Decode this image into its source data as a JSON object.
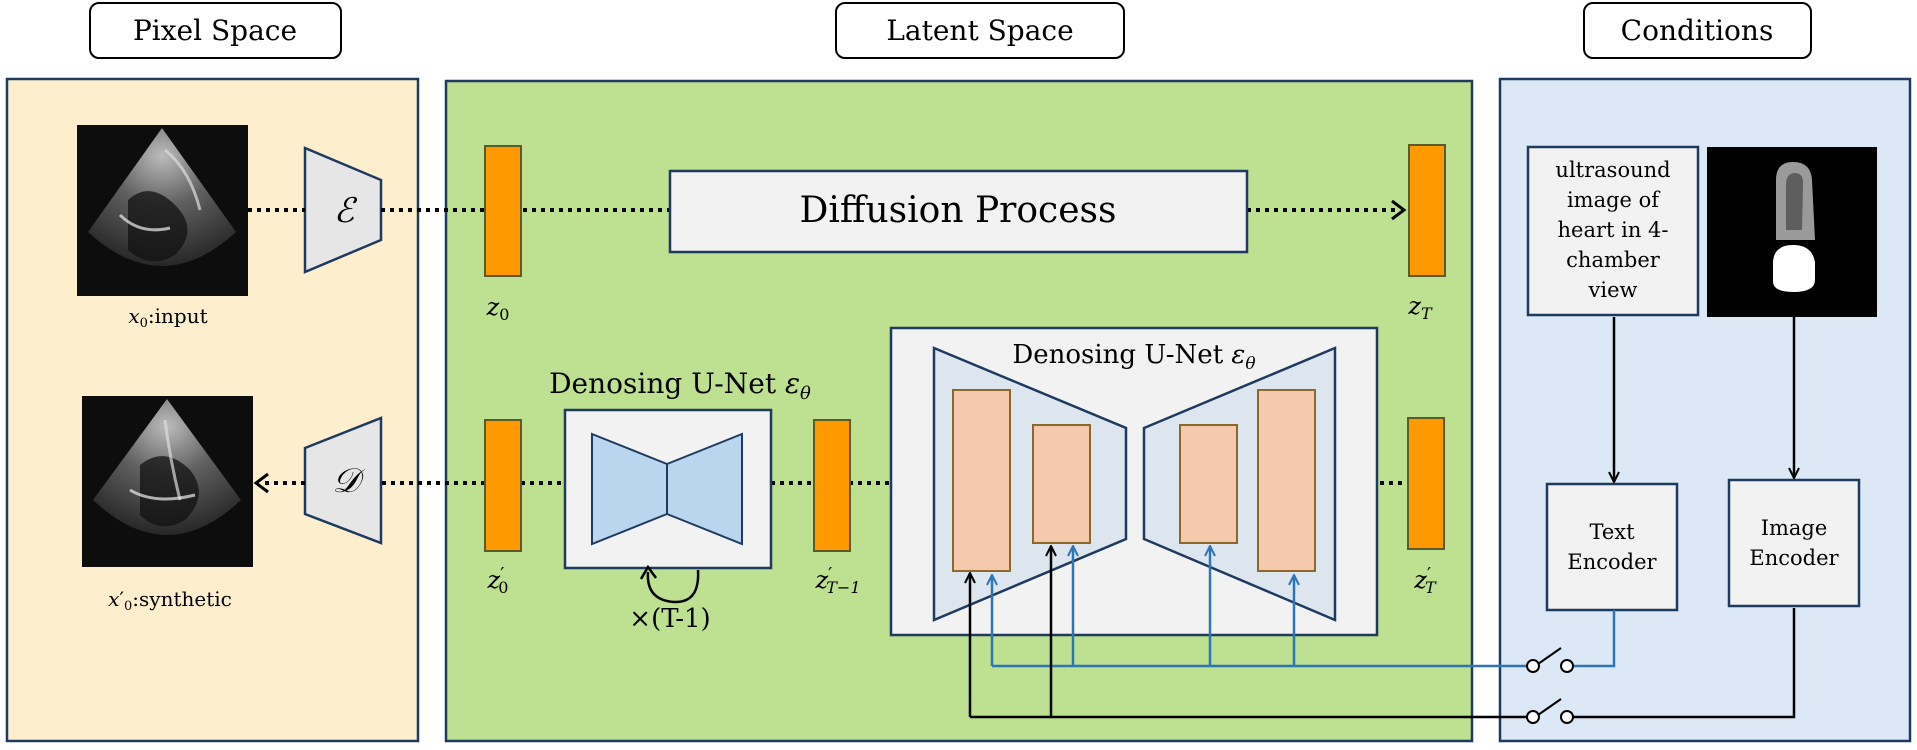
{
  "headers": {
    "pixel": "Pixel Space",
    "latent": "Latent Space",
    "conditions": "Conditions"
  },
  "pixel": {
    "input_caption_var": "x",
    "input_caption_sub": "0",
    "input_caption_text": ":input",
    "synthetic_caption_var": "x",
    "synthetic_caption_prime": "′",
    "synthetic_caption_sub": "0",
    "synthetic_caption_text": ":synthetic",
    "encoder_symbol": "ℰ",
    "decoder_symbol": "𝒟"
  },
  "latent": {
    "diffusion_label": "Diffusion Process",
    "z0": {
      "var": "z",
      "sub": "0",
      "prime": ""
    },
    "zT": {
      "var": "z",
      "sub": "T",
      "prime": ""
    },
    "z0p": {
      "var": "z",
      "sub": "0",
      "prime": "′"
    },
    "zT1p": {
      "var": "z",
      "sub": "T−1",
      "prime": "′"
    },
    "zTp": {
      "var": "z",
      "sub": "T",
      "prime": "′"
    },
    "unet_small_label": "Denosing U-Net ",
    "unet_large_label": "Denosing U-Net ",
    "unet_symbol": "ε",
    "unet_symbol_sub": "θ",
    "loop_label": "×(T-1)"
  },
  "conditions": {
    "text_prompt_lines": [
      "ultrasound",
      "image of",
      "heart in 4-",
      "chamber",
      "view"
    ],
    "text_encoder_lines": [
      "Text",
      "Encoder"
    ],
    "image_encoder_lines": [
      "Image",
      "Encoder"
    ]
  },
  "colors": {
    "pixel_panel": "#fdefce",
    "latent_panel": "#bde091",
    "conditions_panel": "#dce8f5",
    "panel_border": "#1f3a5f",
    "latent_block": "#ff9900",
    "unet_block": "#f6c9ae",
    "unet_trapezoid": "#dde6ef",
    "small_unet": "#b9d6ee",
    "blue_line": "#2e75b6"
  }
}
